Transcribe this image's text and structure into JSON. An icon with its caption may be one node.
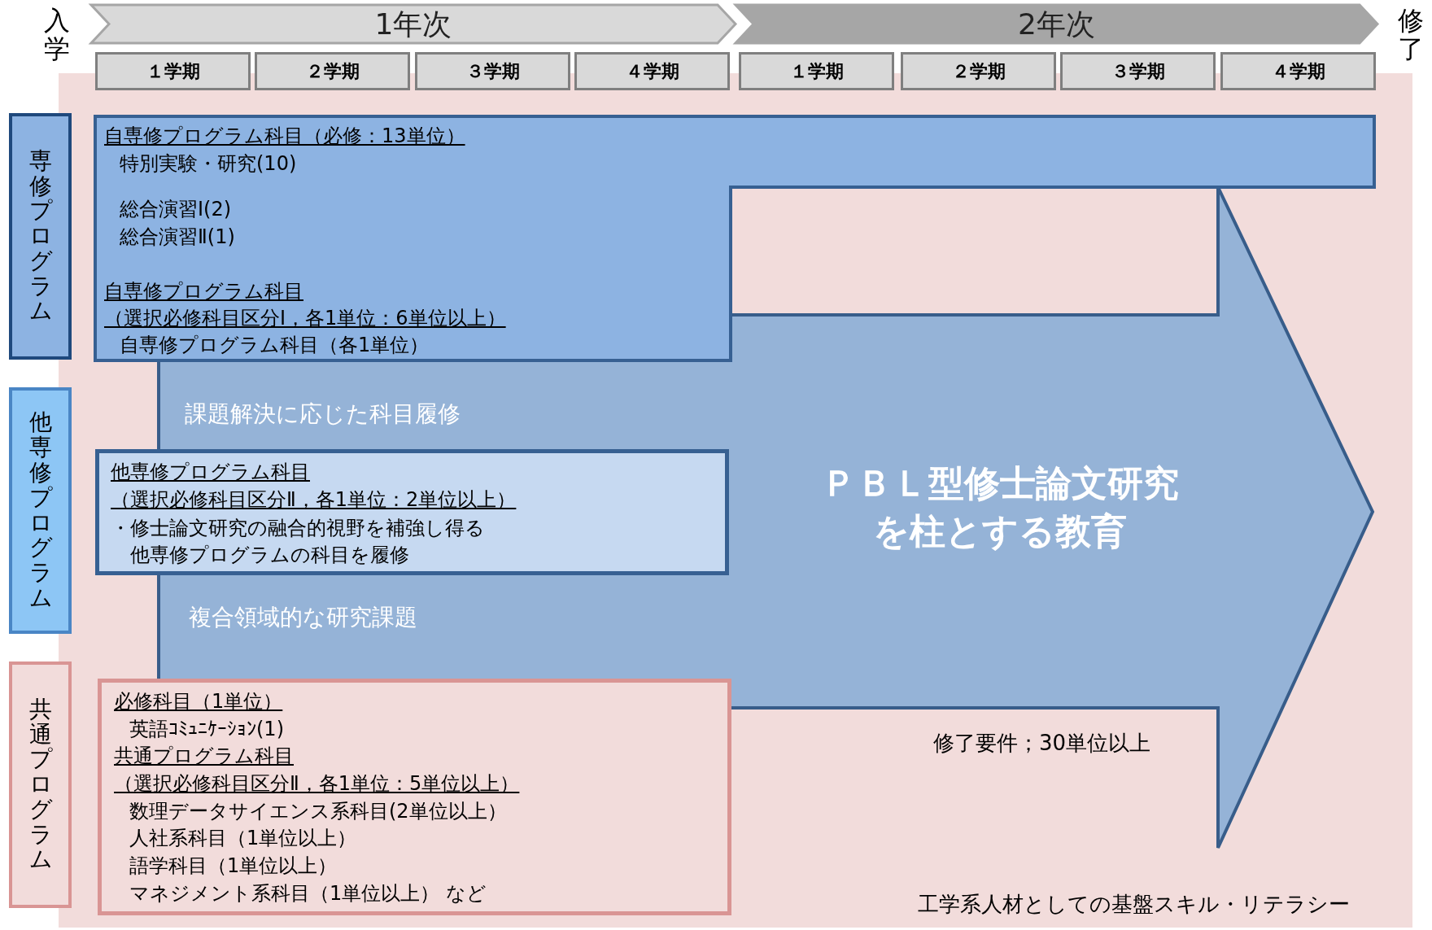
{
  "diagram": {
    "nodes": [
      {
        "text": [
          "1年次"
        ]
      },
      {
        "text": [
          "2年次"
        ]
      },
      {
        "text": [
          "１学期"
        ]
      },
      {
        "text": [
          "２学期"
        ]
      },
      {
        "text": [
          "３学期"
        ]
      },
      {
        "text": [
          "４学期"
        ]
      },
      {
        "text": [
          "１学期"
        ]
      },
      {
        "text": [
          "２学期"
        ]
      },
      {
        "text": [
          "３学期"
        ]
      },
      {
        "text": [
          "４学期"
        ]
      },
      {
        "text": [
          "専修プログラム"
        ]
      },
      {
        "text": [
          "自専修プログラム科目（必修：13単位）",
          "特別実験・研究(10)",
          "総合演習Ⅰ(2)",
          "総合演習Ⅱ(1)",
          "自専修プログラム科目",
          "（選択必修科目区分Ⅰ，各1単位：6単位以上）",
          "自専修プログラム科目（各1単位）"
        ]
      },
      {
        "text": [
          "他専修プログラム"
        ]
      },
      {
        "text": [
          "他専修プログラム科目",
          "（選択必修科目区分Ⅱ，各1単位：2単位以上）",
          "・修士論文研究の融合的視野を補強し得る他専修プログラムの科目を履修"
        ]
      },
      {
        "text": [
          "共通プログラム"
        ]
      },
      {
        "text": [
          "必修科目（1単位）",
          "英語ｺﾐｭﾆｹｰｼｮﾝ(1)",
          "共通プログラム科目",
          "（選択必修科目区分Ⅱ，各1単位：5単位以上）",
          "数理データサイエンス系科目(2単位以上）",
          "人社系科目（1単位以上）",
          "語学科目（1単位以上）",
          "マネジメント系科目（1単位以上） など"
        ]
      },
      {
        "text": [
          "ＰＢＬ型修士論文研究を柱とする教育"
        ]
      }
    ],
    "labels": [
      "入学",
      "修了",
      "課題解決に応じた科目履修",
      "複合領域的な研究課題",
      "修了要件；30単位以上",
      "工学系人材としての基盤スキル・リテラシー"
    ]
  }
}
